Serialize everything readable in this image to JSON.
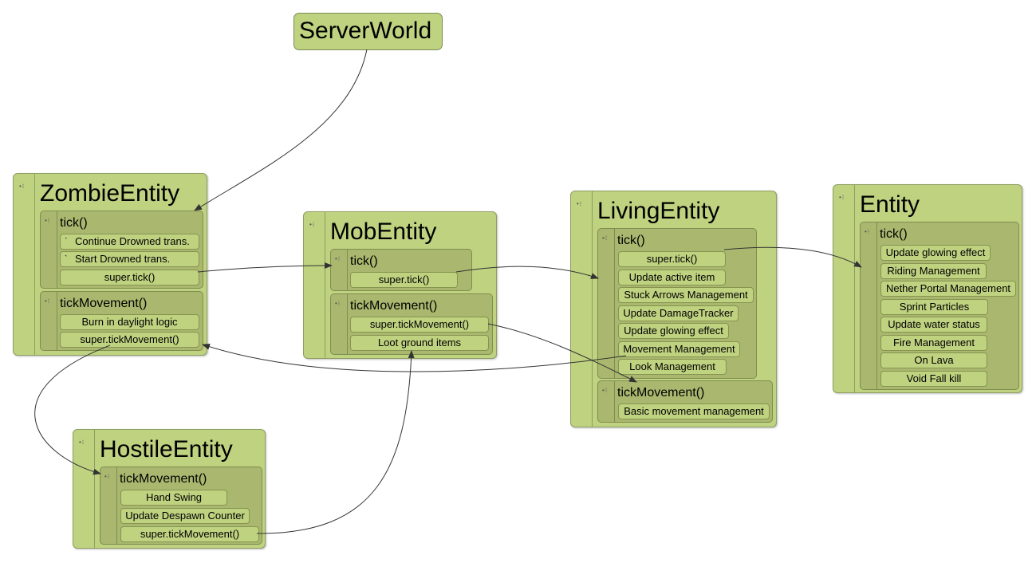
{
  "server_world": {
    "label": "ServerWorld"
  },
  "zombie": {
    "title": "ZombieEntity",
    "tick": {
      "title": "tick()",
      "items": [
        "Continue Drowned trans.",
        "Start Drowned trans.",
        "super.tick()"
      ]
    },
    "tick_movement": {
      "title": "tickMovement()",
      "items": [
        "Burn in daylight logic",
        "super.tickMovement()"
      ]
    }
  },
  "mob": {
    "title": "MobEntity",
    "tick": {
      "title": "tick()",
      "items": [
        "super.tick()"
      ]
    },
    "tick_movement": {
      "title": "tickMovement()",
      "items": [
        "super.tickMovement()",
        "Loot ground items"
      ]
    }
  },
  "living": {
    "title": "LivingEntity",
    "tick": {
      "title": "tick()",
      "items": [
        "super.tick()",
        "Update active item",
        "Stuck Arrows Management",
        "Update DamageTracker",
        "Update glowing effect",
        "Movement Management",
        "Look Management"
      ]
    },
    "tick_movement": {
      "title": "tickMovement()",
      "items": [
        "Basic movement management"
      ]
    }
  },
  "entity": {
    "title": "Entity",
    "tick": {
      "title": "tick()",
      "items": [
        "Update glowing effect",
        "Riding Management",
        "Nether Portal Management",
        "Sprint Particles",
        "Update water status",
        "Fire Management",
        "On Lava",
        "Void Fall kill"
      ]
    }
  },
  "hostile": {
    "title": "HostileEntity",
    "tick_movement": {
      "title": "tickMovement()",
      "items": [
        "Hand Swing",
        "Update Despawn Counter",
        "super.tickMovement()"
      ]
    }
  },
  "colors": {
    "node_fill": "#bfd280",
    "method_fill": "#a9b86e",
    "edge": "#333333"
  }
}
